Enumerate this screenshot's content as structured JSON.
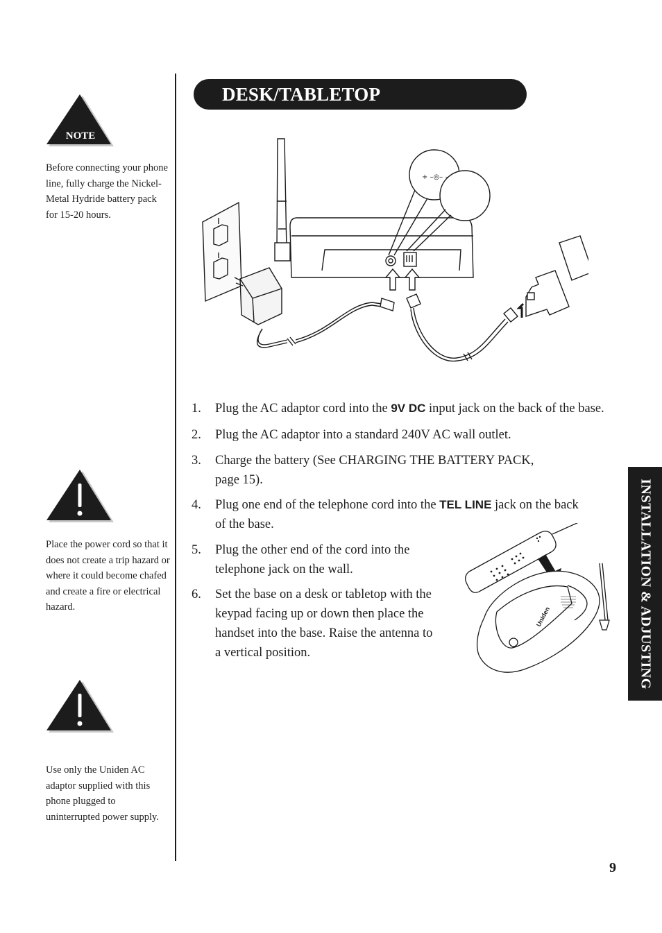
{
  "sidebar": {
    "note_label": "NOTE",
    "note_text": "Before connecting your phone line, fully charge the Nickel- Metal Hydride battery pack for 15-20 hours.",
    "warning1_text": "Place the power cord so that it does not create a trip hazard or where it could become chafed and create a fire or electrical hazard.",
    "warning2_text": "Use only the Uniden AC adaptor supplied with this phone plugged to uninterrupted power supply."
  },
  "header": {
    "title": "DESK/TABLETOP INSTALLATION"
  },
  "diagram": {
    "jack_polarity": "+ –◎– –"
  },
  "phone_brand": "Uniden",
  "steps": [
    {
      "num": "1.",
      "pre": "Plug the AC adaptor cord into the ",
      "bold": "9V DC",
      "post": " input jack on the back of the base."
    },
    {
      "num": "2.",
      "line1": "Plug the AC adaptor into a standard 240V AC wall outlet."
    },
    {
      "num": "3.",
      "line1": "Charge the battery (See CHARGING THE BATTERY PACK,",
      "line2": "page 15)."
    },
    {
      "num": "4.",
      "pre": "Plug one end of the telephone cord into the ",
      "bold": "TEL LINE",
      "post": " jack on the back",
      "line2": "of the base."
    },
    {
      "num": "5.",
      "line1": "Plug the other end of the cord into the",
      "line2": "telephone jack on the wall."
    },
    {
      "num": "6.",
      "line1": "Set the base on a desk or tabletop with the",
      "line2": "keypad facing up or down then place the",
      "line3": "handset into the base. Raise the antenna to",
      "line4": "a vertical position."
    }
  ],
  "side_tab": "INSTALLATION & ADJUSTING",
  "page_number": "9"
}
